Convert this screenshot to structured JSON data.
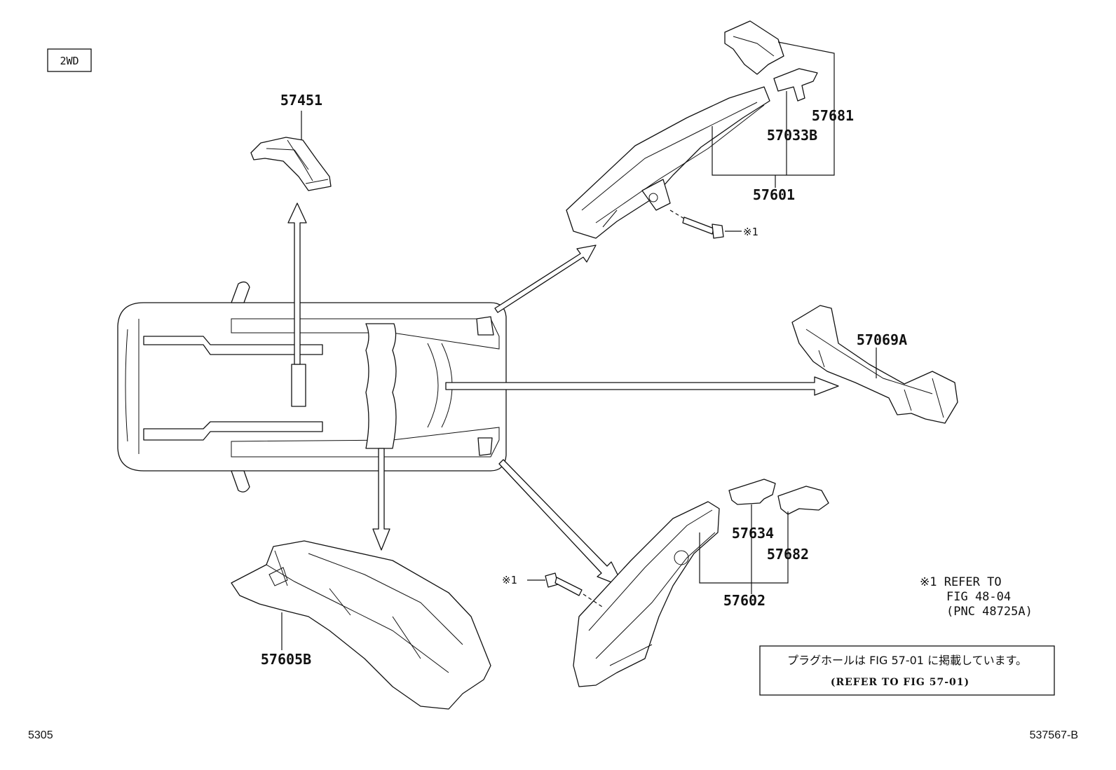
{
  "variant_tag": "2WD",
  "parts": {
    "p57451": "57451",
    "p57681": "57681",
    "p57033B": "57033B",
    "p57601": "57601",
    "p57069A": "57069A",
    "p57634": "57634",
    "p57682": "57682",
    "p57602": "57602",
    "p57605B": "57605B"
  },
  "bolt_refs": {
    "upper": "※1",
    "lower": "※1"
  },
  "reference_note": {
    "line1": "※1 REFER TO",
    "line2": "FIG 48-04",
    "line3": "(PNC 48725A)"
  },
  "plug_hole_note": {
    "japanese": "プラグホールは FIG 57-01 に掲載しています。",
    "english": "(REFER TO FIG 57-01)"
  },
  "footer": {
    "left_code": "5305",
    "right_code": "537567-B"
  }
}
